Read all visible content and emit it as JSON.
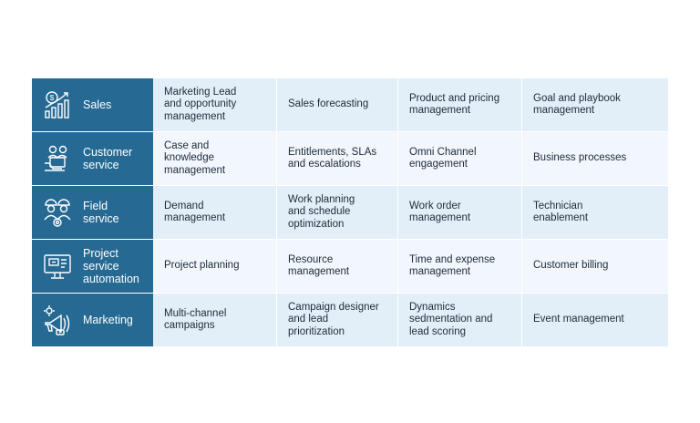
{
  "rows": [
    {
      "label": "Sales",
      "icon": "sales-chart-icon",
      "cells": [
        "Marketing Lead\nand opportunity\nmanagement",
        "Sales forecasting",
        "Product and pricing\nmanagement",
        "Goal and playbook\nmanagement"
      ]
    },
    {
      "label": "Customer\nservice",
      "icon": "customer-service-icon",
      "cells": [
        "Case and\nknowledge\nmanagement",
        "Entitlements, SLAs\nand escalations",
        "Omni Channel\nengagement",
        "Business processes"
      ]
    },
    {
      "label": "Field\nservice",
      "icon": "field-service-icon",
      "cells": [
        "Demand\nmanagement",
        "Work planning\nand schedule\noptimization",
        "Work order\nmanagement",
        "Technician\nenablement"
      ]
    },
    {
      "label": "Project\nservice\nautomation",
      "icon": "project-automation-icon",
      "cells": [
        "Project planning",
        "Resource\nmanagement",
        "Time and expense\nmanagement",
        "Customer billing"
      ]
    },
    {
      "label": "Marketing",
      "icon": "marketing-megaphone-icon",
      "cells": [
        "Multi-channel\ncampaigns",
        "Campaign designer\nand lead\nprioritization",
        "Dynamics\nsedmentation and\nlead scoring",
        "Event management"
      ]
    }
  ],
  "colors": {
    "category_bg": "#266a94",
    "row_light": "#e3eff8",
    "row_lighter": "#f1f7fc"
  }
}
